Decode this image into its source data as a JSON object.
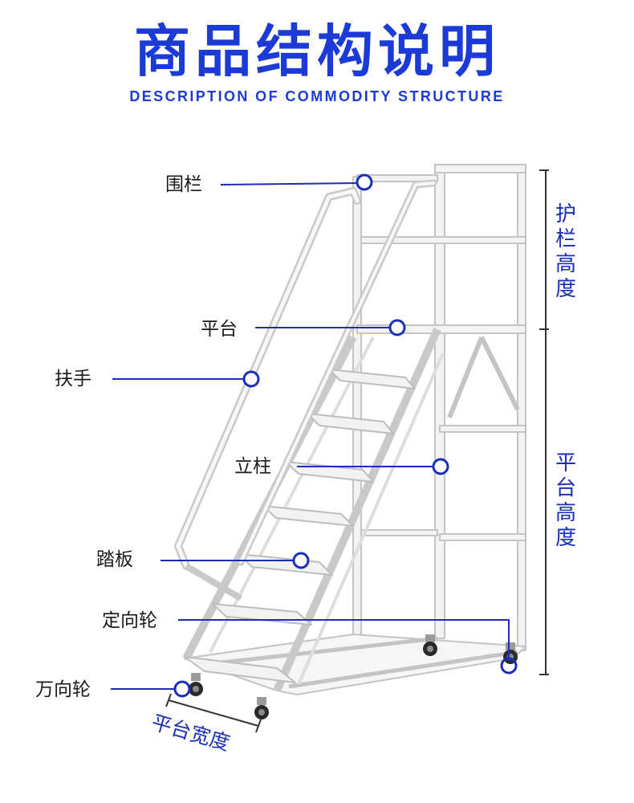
{
  "header": {
    "title": "商品结构说明",
    "subtitle": "DESCRIPTION OF COMMODITY STRUCTURE"
  },
  "callouts": {
    "guardrail": "围栏",
    "platform": "平台",
    "handrail": "扶手",
    "upright": "立柱",
    "tread": "踏板",
    "fixed_caster": "定向轮",
    "swivel_caster": "万向轮"
  },
  "dimensions": {
    "guardrail_height": "护栏高度",
    "platform_height": "平台高度",
    "platform_width": "平台宽度"
  },
  "colors": {
    "accent": "#1a2fb8",
    "title": "#1c3bd6",
    "frame": "#c9c9c9",
    "frame_fill": "#f4f4f4"
  }
}
